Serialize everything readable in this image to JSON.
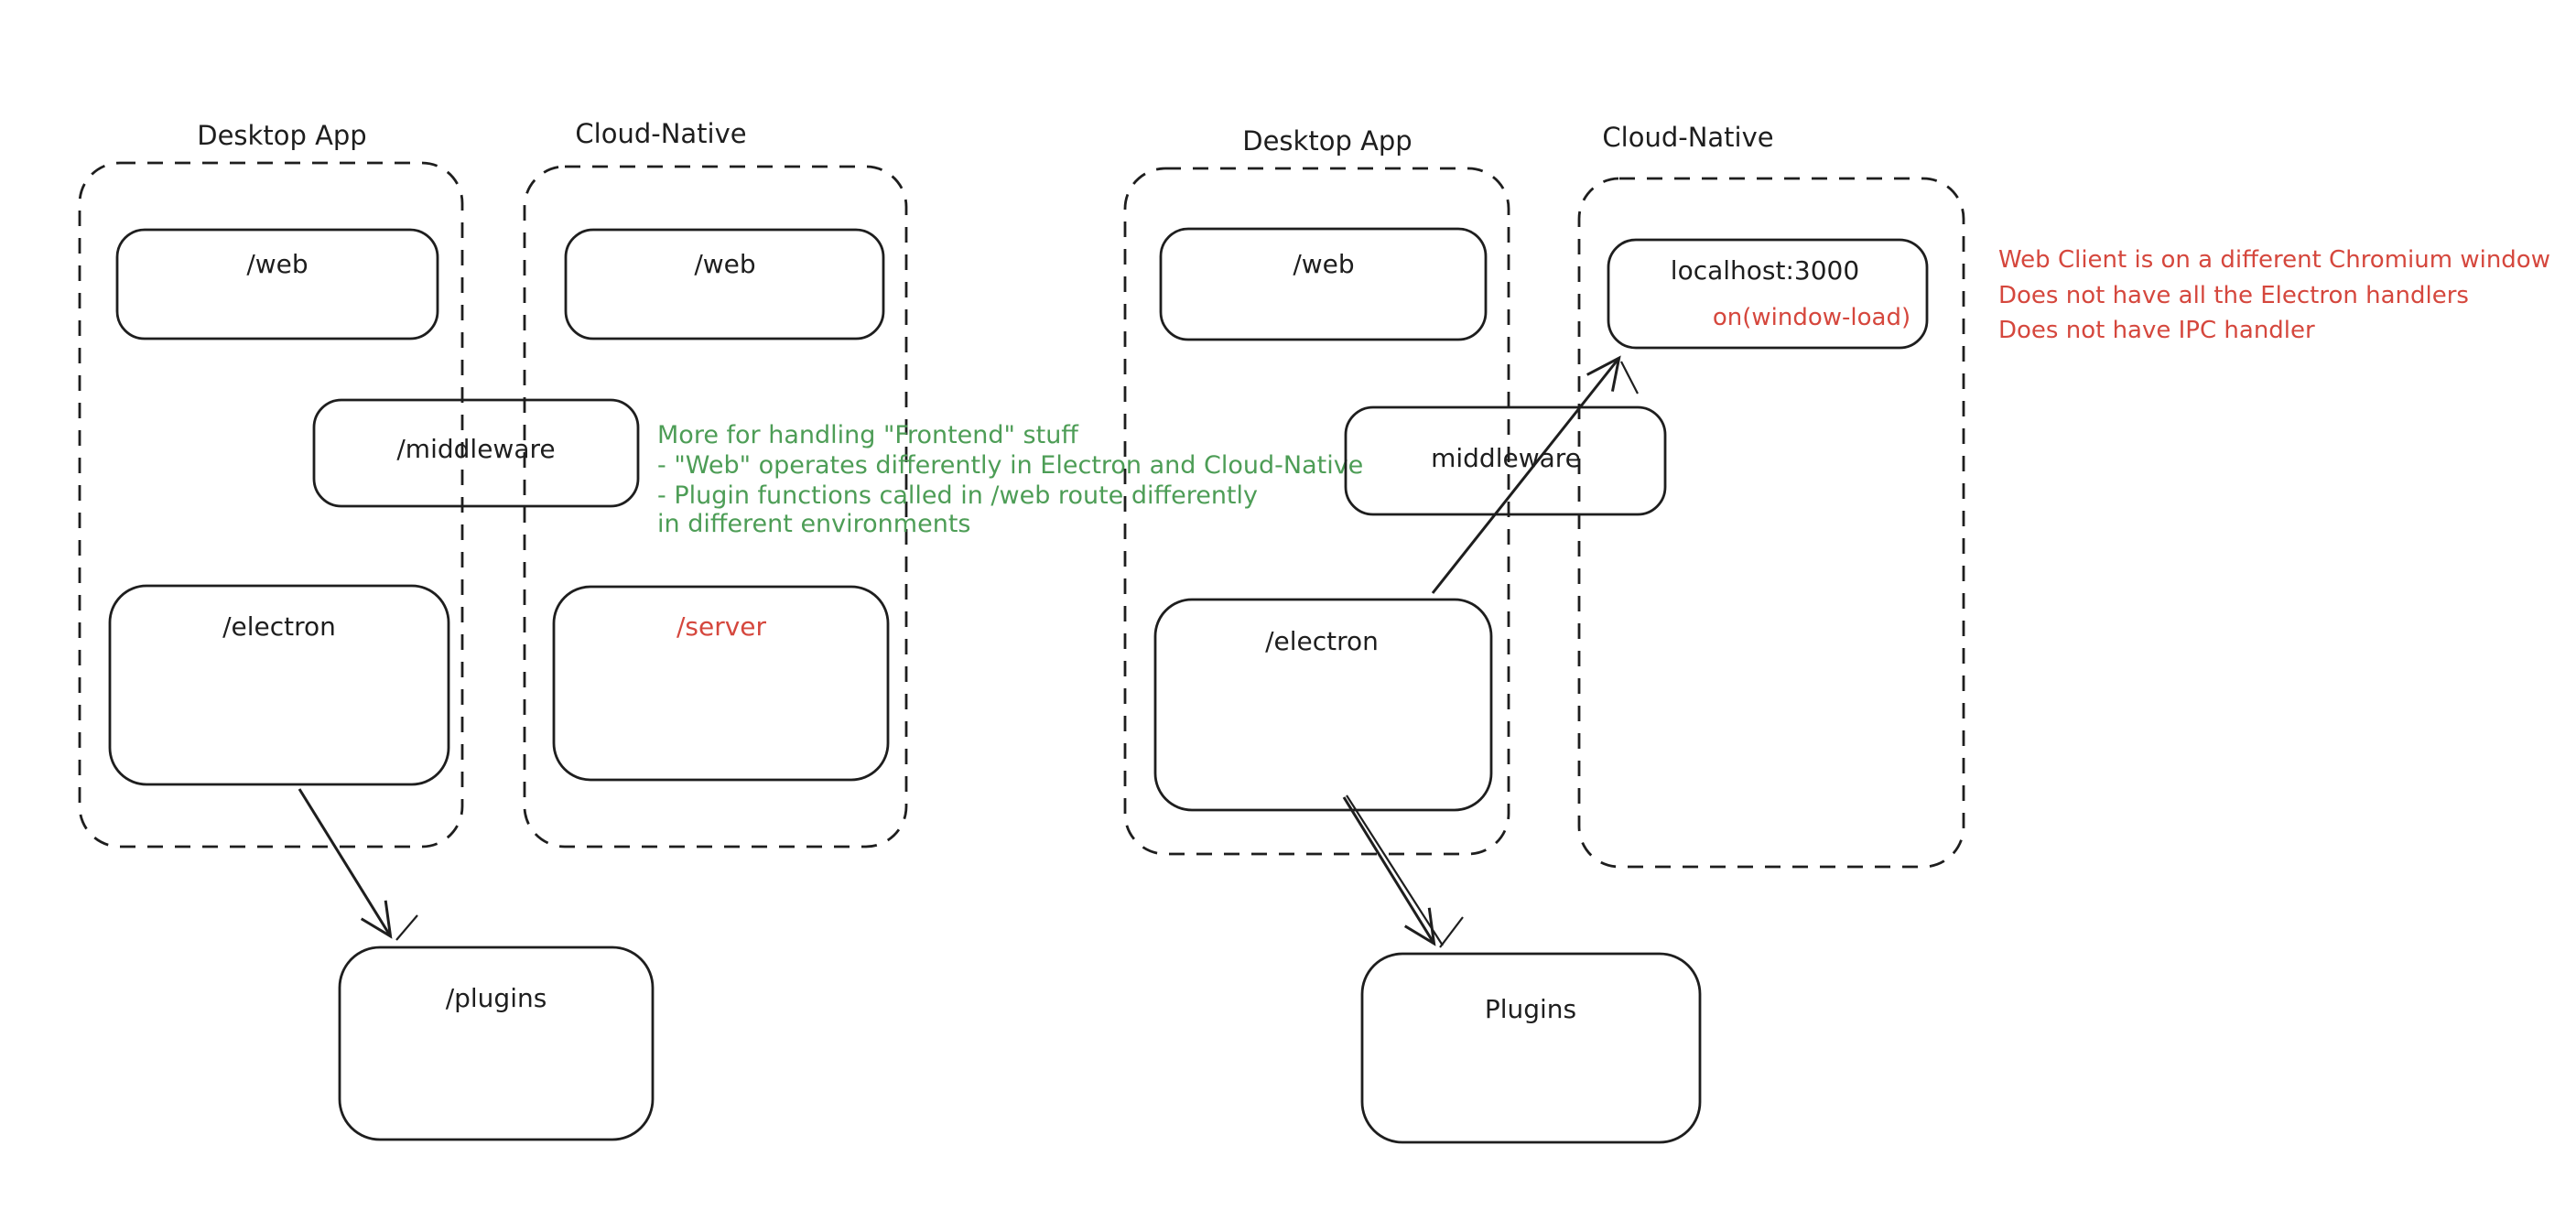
{
  "colors": {
    "background": "#ffffff",
    "ink": "#1e1e1e",
    "red": "#d5473d",
    "green": "#4d9d56"
  },
  "left_diagram": {
    "desktop_container_label": "Desktop App",
    "cloud_container_label": "Cloud-Native",
    "web_desktop_label": "/web",
    "web_cloud_label": "/web",
    "middleware_label": "/middleware",
    "electron_label": "/electron",
    "server_label": "/server",
    "plugins_label": "/plugins"
  },
  "right_diagram": {
    "desktop_container_label": "Desktop App",
    "cloud_container_label": "Cloud-Native",
    "web_label": "/web",
    "localhost_label": "localhost:3000",
    "localhost_event_label": "on(window-load)",
    "middleware_label": "middleware",
    "electron_label": "/electron",
    "plugins_label": "Plugins"
  },
  "annotations": {
    "middleware_note": {
      "color": "#4d9d56",
      "lines": [
        "More for handling \"Frontend\" stuff",
        "- \"Web\" operates differently in Electron and Cloud-Native",
        "- Plugin functions called in /web route differently",
        "in different environments"
      ]
    },
    "web_client_note": {
      "color": "#d5473d",
      "lines": [
        "Web Client is on a different Chromium window",
        "Does not have all the Electron handlers",
        "Does not have IPC handler"
      ]
    }
  }
}
